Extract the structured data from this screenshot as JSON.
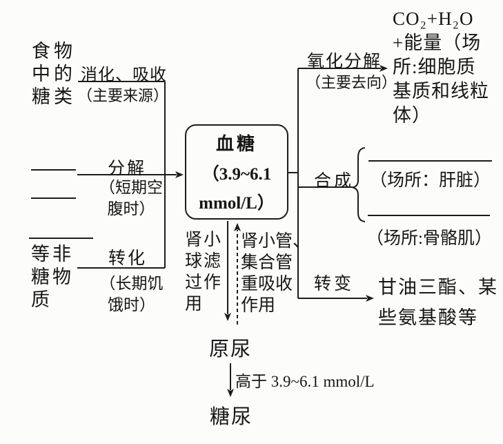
{
  "colors": {
    "ink": "#1b1b1b",
    "paper": "#fcfcfa"
  },
  "left": {
    "food_source_lines": [
      "食物",
      "中的",
      "糖类"
    ],
    "digest_label": "消化、吸收",
    "digest_note": "（主要来源）",
    "breakdown_label": "分解",
    "breakdown_note_lines": [
      "（短期空",
      "腹时）"
    ],
    "nonsugar_lines": [
      "等非",
      "糖物",
      "质"
    ],
    "convert_label": "转化",
    "convert_note_lines": [
      "（长期饥",
      "饿时）"
    ]
  },
  "center": {
    "box_lines": [
      "血糖",
      "（3.9~6.1",
      "mmol/L）"
    ],
    "filtration_lines": [
      "肾小",
      "球滤",
      "过作",
      "用"
    ],
    "reabsorption_lines": [
      "肾小管、",
      "集合管",
      "重吸收",
      "作用"
    ],
    "primary_urine": "原尿",
    "threshold_label": "高于 3.9~6.1 mmol/L",
    "glycosuria": "糖尿"
  },
  "right": {
    "oxidation_label": "氧化分解",
    "oxidation_note": "（主要去向）",
    "oxidation_product_lines": [
      "CO₂+H₂O",
      "+能量（场",
      "所:细胞质",
      "基质和线粒",
      "体）"
    ],
    "synthesis_label": "合成",
    "synthesis_site1": "（场所：肝脏）",
    "synthesis_site2": "（场所:骨骼肌）",
    "transform_label": "转变",
    "transform_product_lines": [
      "甘油三酯、某",
      "些氨基酸等"
    ]
  }
}
